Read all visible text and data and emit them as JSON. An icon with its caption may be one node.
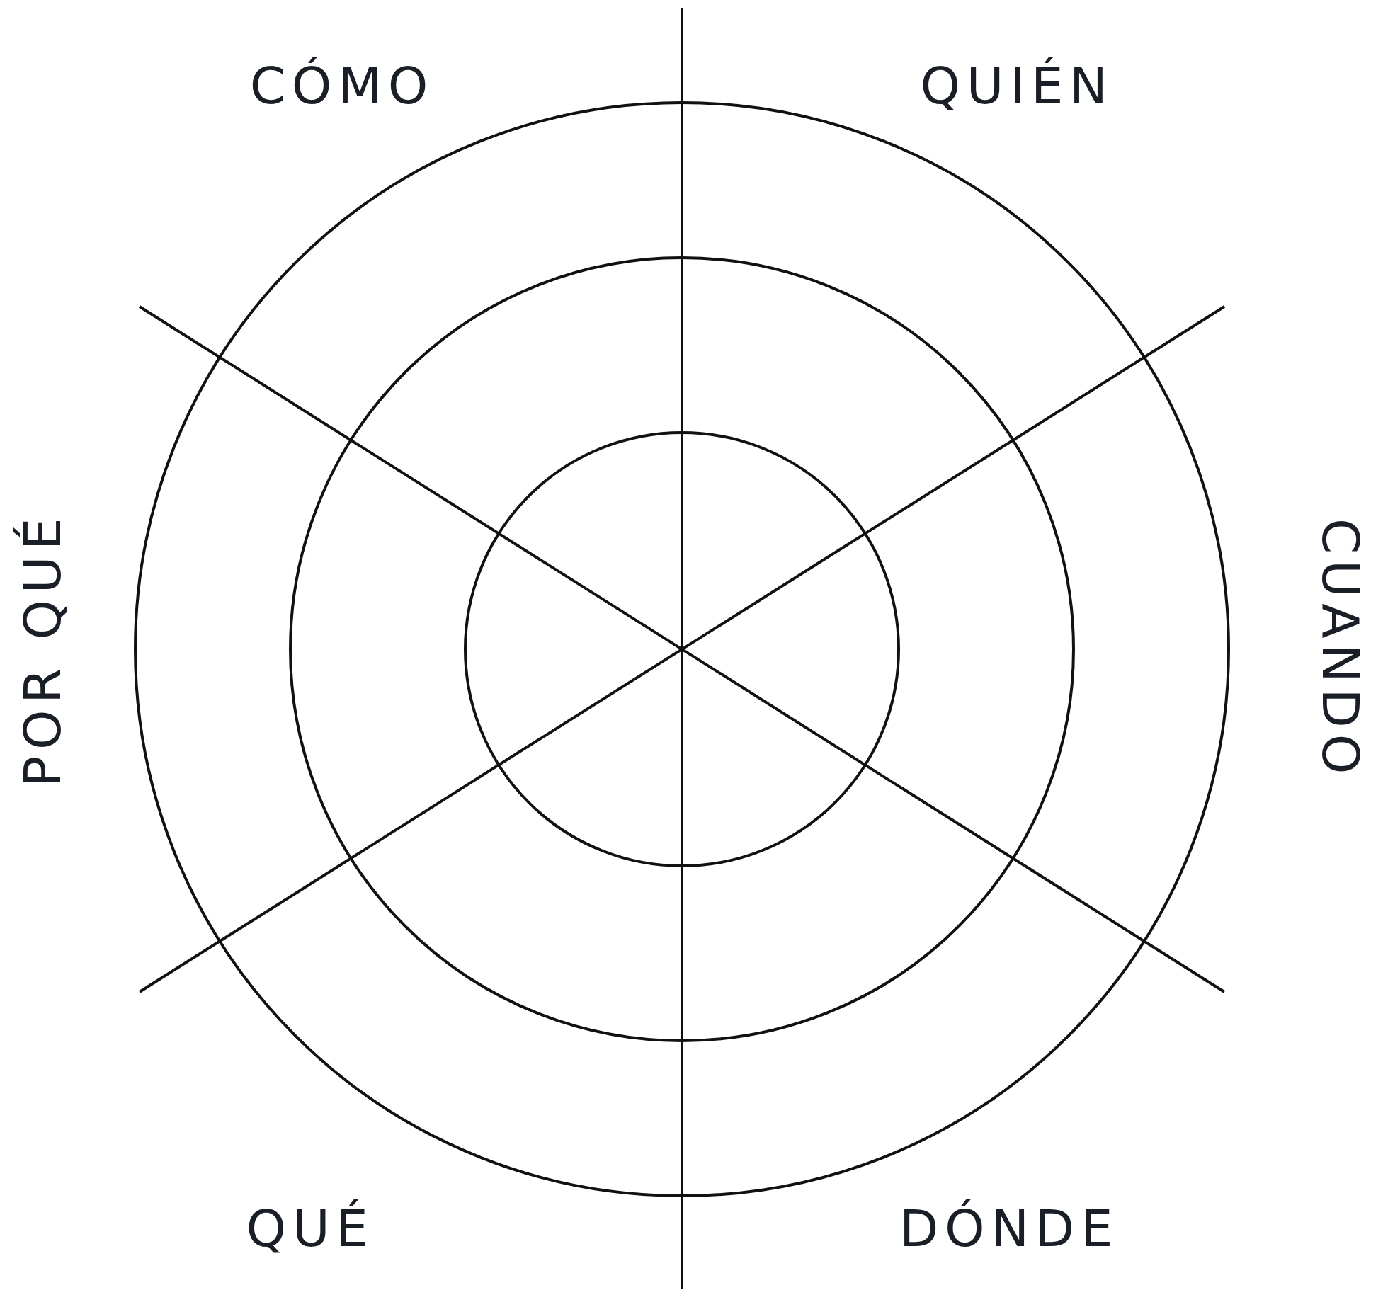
{
  "diagram": {
    "labels": [
      "CÓMO",
      "QUIÉN",
      "POR QUÉ",
      "CUANDO",
      "QUÉ",
      "DÓNDE"
    ]
  }
}
